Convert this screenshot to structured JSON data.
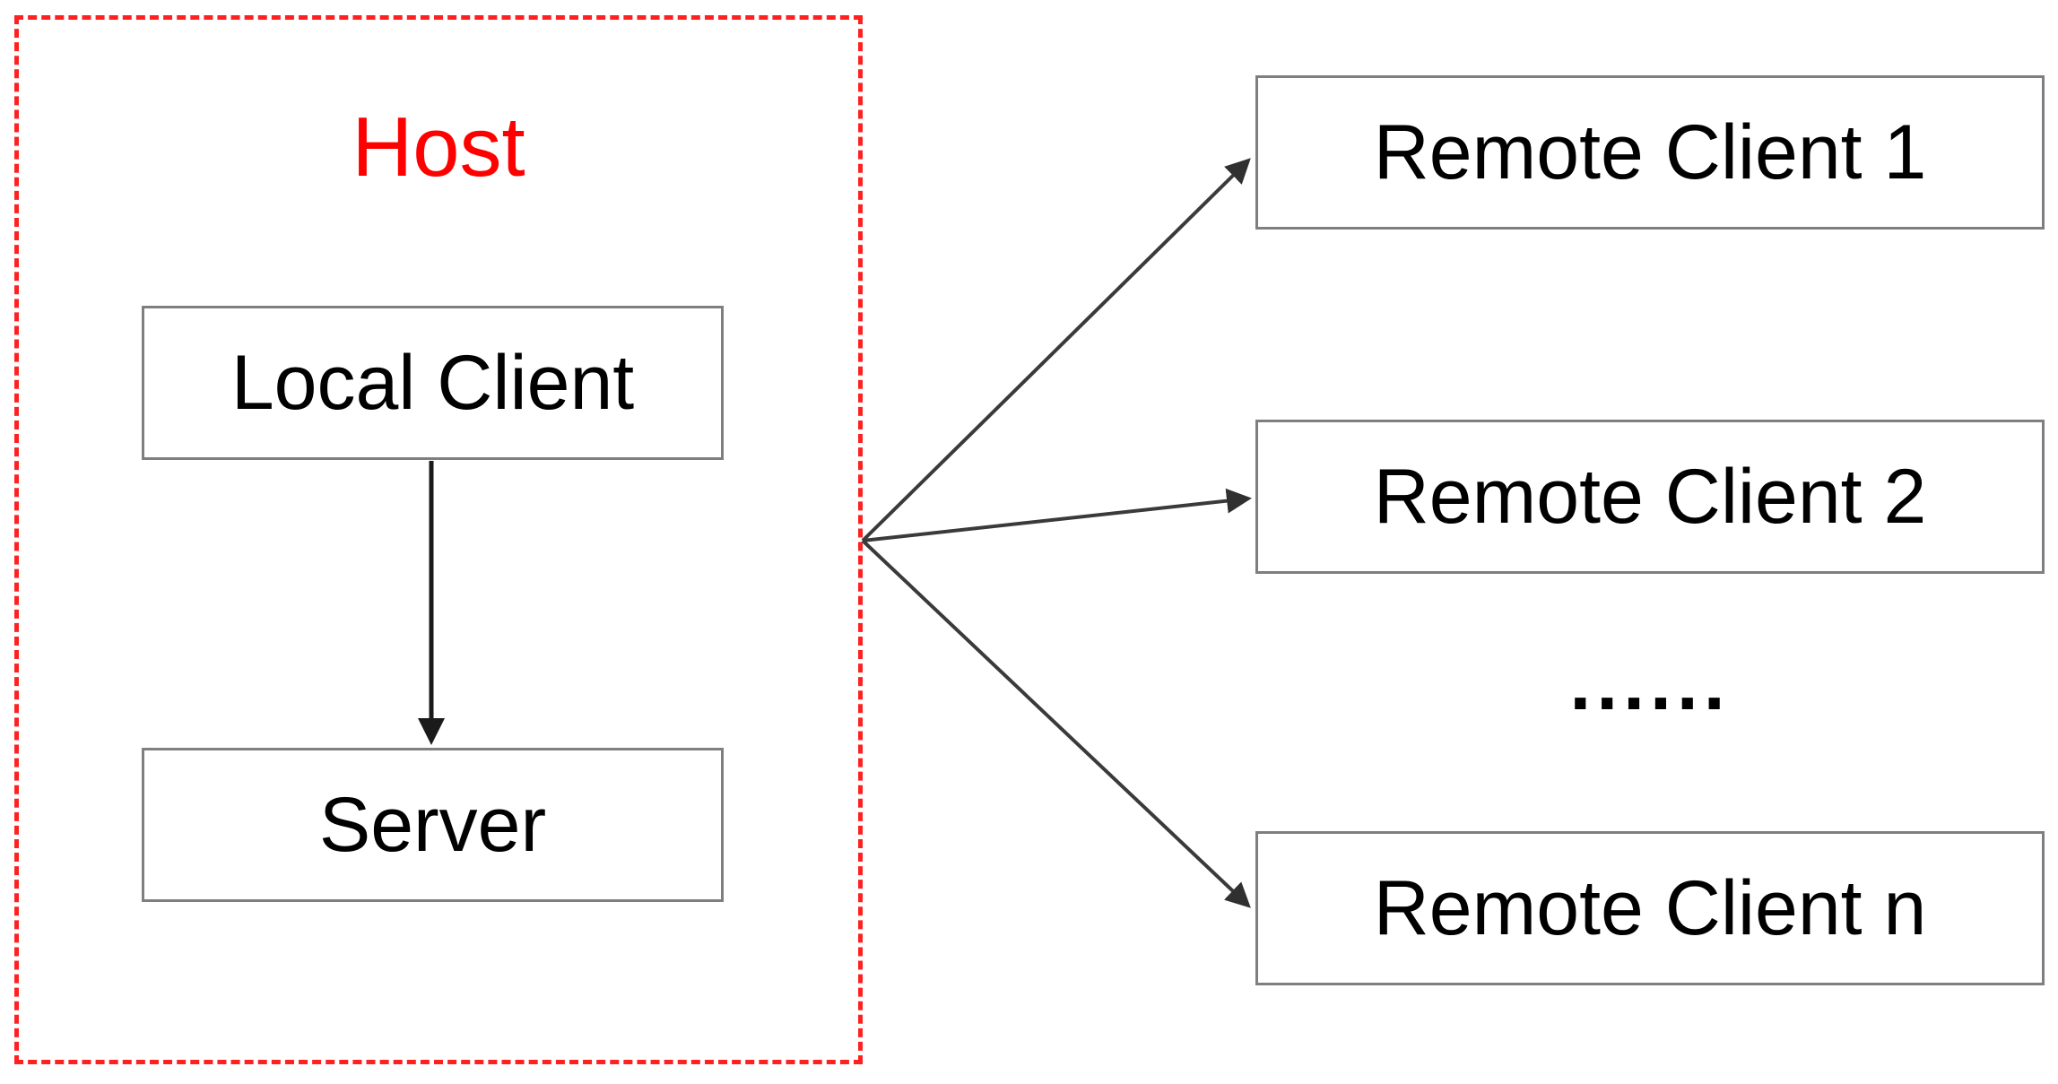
{
  "diagram": {
    "title_visible": false,
    "host_group": {
      "label": "Host",
      "label_color": "#FF0000",
      "border_color": "#FF2020",
      "border_style": "dashed",
      "nodes": [
        {
          "id": "local-client",
          "label": "Local Client"
        },
        {
          "id": "server",
          "label": "Server"
        }
      ]
    },
    "remote_nodes": [
      {
        "id": "remote-client-1",
        "label": "Remote Client 1"
      },
      {
        "id": "remote-client-2",
        "label": "Remote Client 2"
      },
      {
        "id": "remote-client-n",
        "label": "Remote Client n"
      }
    ],
    "ellipsis": "......",
    "node_border_color": "#7F7F7F",
    "connector_color": "#404040",
    "edges": [
      {
        "from": "local-client",
        "to": "server",
        "arrow": "single",
        "label": ""
      },
      {
        "from": "server",
        "to": "remote-client-1",
        "arrow": "single",
        "label": ""
      },
      {
        "from": "server",
        "to": "remote-client-2",
        "arrow": "single",
        "label": ""
      },
      {
        "from": "server",
        "to": "remote-client-n",
        "arrow": "single",
        "label": ""
      }
    ]
  }
}
